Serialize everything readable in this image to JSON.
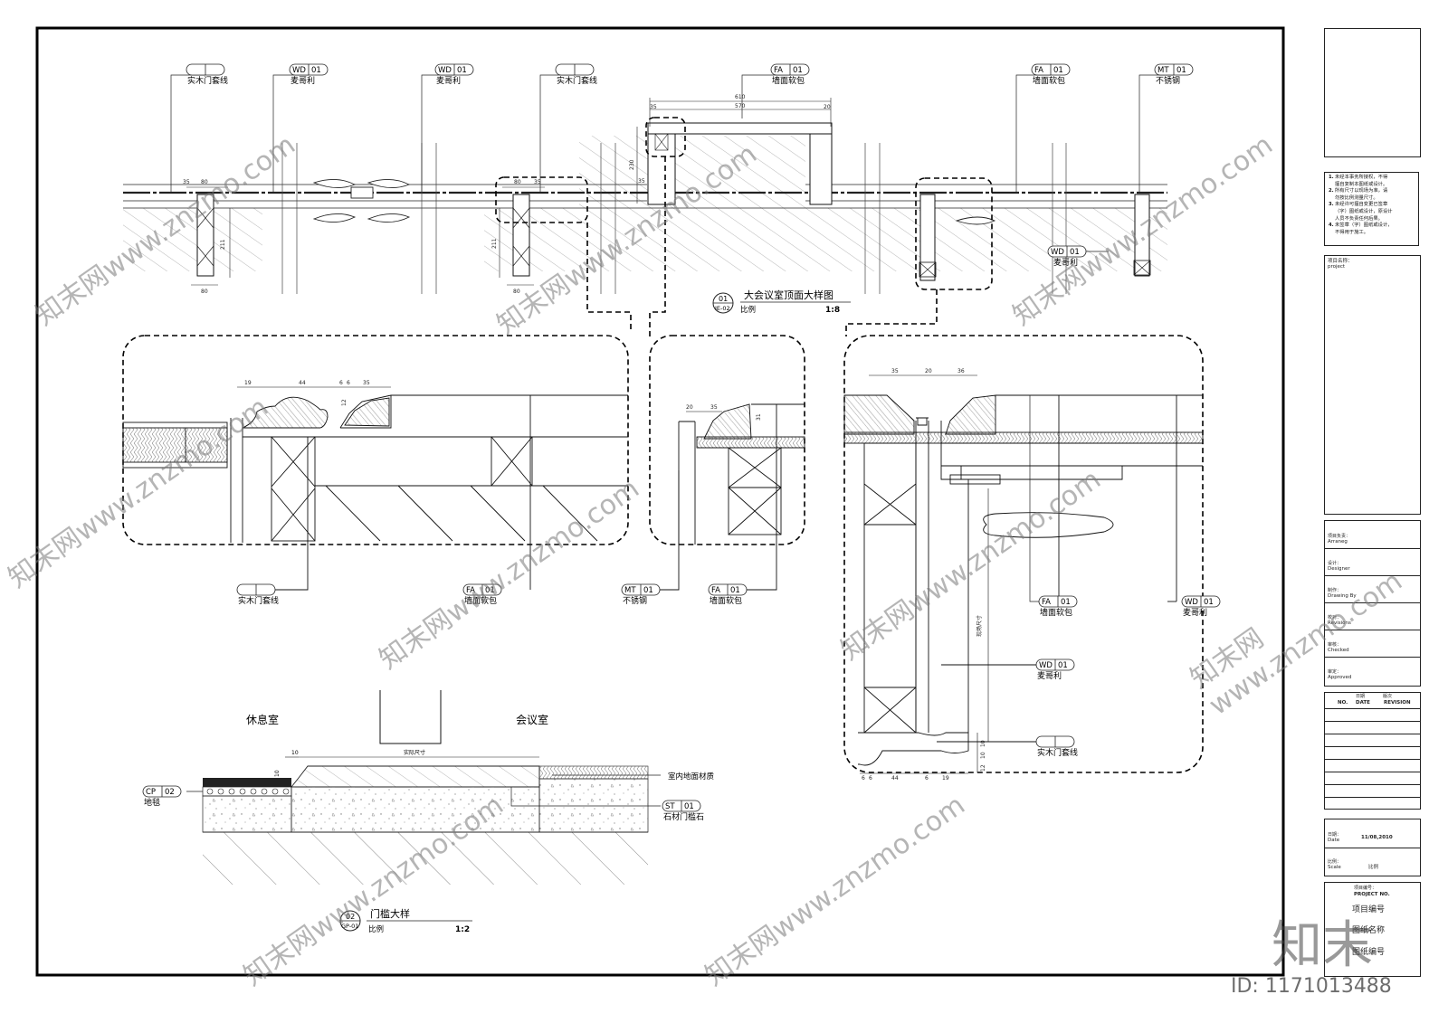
{
  "callouts": {
    "top": [
      {
        "code": "",
        "num": "",
        "label": "实木门套线"
      },
      {
        "code": "WD",
        "num": "01",
        "label": "麦哥利"
      },
      {
        "code": "WD",
        "num": "01",
        "label": "麦哥利"
      },
      {
        "code": "",
        "num": "",
        "label": "实木门套线"
      },
      {
        "code": "FA",
        "num": "01",
        "label": "墙面软包"
      },
      {
        "code": "FA",
        "num": "01",
        "label": "墙面软包"
      },
      {
        "code": "MT",
        "num": "01",
        "label": "不锈钢"
      }
    ],
    "mid_wd": {
      "code": "WD",
      "num": "01",
      "label": "麦哥利"
    },
    "detail_a": [
      {
        "code": "",
        "num": "",
        "label": "实木门套线"
      },
      {
        "code": "FA",
        "num": "01",
        "label": "墙面软包"
      }
    ],
    "detail_b": [
      {
        "code": "MT",
        "num": "01",
        "label": "不锈钢"
      },
      {
        "code": "FA",
        "num": "01",
        "label": "墙面软包"
      }
    ],
    "detail_c": [
      {
        "code": "FA",
        "num": "01",
        "label": "墙面软包"
      },
      {
        "code": "WD",
        "num": "01",
        "label": "麦哥利"
      },
      {
        "code": "WD",
        "num": "01",
        "label": "麦哥利"
      },
      {
        "code": "",
        "num": "",
        "label": "实木门套线"
      }
    ],
    "threshold": [
      {
        "code": "CP",
        "num": "02",
        "label": "地毯"
      },
      {
        "code": "ST",
        "num": "01",
        "label": "石材门槛石"
      }
    ],
    "threshold_floor": "室内地面材质"
  },
  "dims": {
    "top": [
      "35",
      "80",
      "211",
      "80",
      "80",
      "35",
      "211",
      "80",
      "610",
      "570",
      "35",
      "20",
      "230",
      "35"
    ],
    "detail_a": [
      "19",
      "44",
      "6",
      "6",
      "35",
      "12"
    ],
    "detail_b": [
      "20",
      "35",
      "31"
    ],
    "detail_c": [
      "35",
      "20",
      "36",
      "现场尺寸",
      "12",
      "10",
      "10",
      "6",
      "6",
      "44",
      "6",
      "19"
    ],
    "threshold": [
      "10",
      "实际尺寸",
      "10"
    ]
  },
  "titles": {
    "main": {
      "num": "01",
      "ref": "IE-02",
      "title": "大会议室顶面大样图",
      "scale_label": "比例",
      "scale": "1:8"
    },
    "threshold": {
      "num": "02",
      "ref": "GP-01",
      "title": "门槛大样",
      "scale_label": "比例",
      "scale": "1:2"
    }
  },
  "rooms": {
    "left": "休息室",
    "right": "会议室"
  },
  "title_block": {
    "notes": [
      {
        "n": "1.",
        "t": "未经本事务所授权，不得"
      },
      {
        "n": "",
        "t": "擅自复制本图纸或设计。"
      },
      {
        "n": "2.",
        "t": "所有尺寸以现场为准，请"
      },
      {
        "n": "",
        "t": "勿按比例测量尺寸。"
      },
      {
        "n": "3.",
        "t": "未经许可擅自变更已签章"
      },
      {
        "n": "",
        "t": "（字）图纸或设计，原设计"
      },
      {
        "n": "",
        "t": "人员不负责任何后果。"
      },
      {
        "n": "4.",
        "t": "未签章（字）图纸或设计，"
      },
      {
        "n": "",
        "t": "不得用于施工。"
      }
    ],
    "project_cn": "项目名称：",
    "project_en": "project",
    "rows": [
      {
        "cn": "项目负责：",
        "en": "Arraneg"
      },
      {
        "cn": "设计：",
        "en": "Designer"
      },
      {
        "cn": "制作：",
        "en": "Drawing By"
      },
      {
        "cn": "校对：",
        "en": "Revisions"
      },
      {
        "cn": "审核：",
        "en": "Checked"
      },
      {
        "cn": "审定：",
        "en": "Approved"
      }
    ],
    "rev_cn": [
      "日期",
      "版次"
    ],
    "rev_headers": [
      "NO.",
      "DATE",
      "REVISION"
    ],
    "date_cn": "日期：",
    "date_en": "Date",
    "date_val": "11/08,2010",
    "scale_cn": "比例：",
    "scale_en": "Scale",
    "scale_val": "比例",
    "projno_cn": "项目编号：",
    "projno_en": "PROJECT NO.",
    "projno_big": "项目编号",
    "name_big": "图纸名称",
    "drawno_big": "图纸编号"
  },
  "watermark": {
    "brand": "知末",
    "site": "www.znzmo.com",
    "wm_cn": "知末网",
    "id": "ID: 1171013488"
  }
}
